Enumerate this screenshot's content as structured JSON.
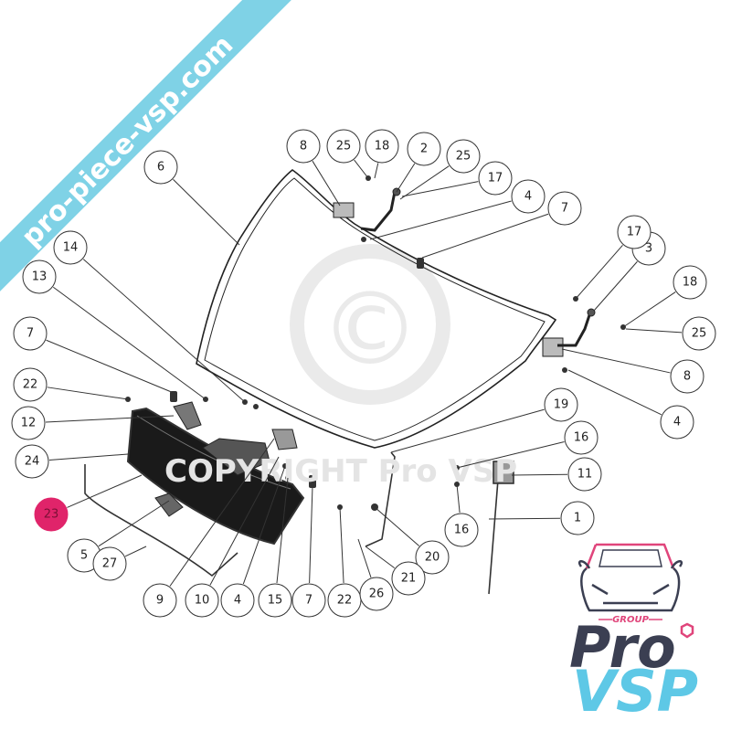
{
  "banner": {
    "text": "pro-piece-vsp.com",
    "color": "#7fd2e6"
  },
  "watermark": {
    "text": "COPYRIGHT Pro VSP",
    "symbol": "©"
  },
  "callouts": [
    {
      "label": "1"
    },
    {
      "label": "2"
    },
    {
      "label": "3"
    },
    {
      "label": "4"
    },
    {
      "label": "4"
    },
    {
      "label": "4"
    },
    {
      "label": "5"
    },
    {
      "label": "6"
    },
    {
      "label": "7"
    },
    {
      "label": "7"
    },
    {
      "label": "7"
    },
    {
      "label": "8"
    },
    {
      "label": "8"
    },
    {
      "label": "9"
    },
    {
      "label": "10"
    },
    {
      "label": "11"
    },
    {
      "label": "12"
    },
    {
      "label": "13"
    },
    {
      "label": "14"
    },
    {
      "label": "15"
    },
    {
      "label": "16"
    },
    {
      "label": "16"
    },
    {
      "label": "17"
    },
    {
      "label": "17"
    },
    {
      "label": "18"
    },
    {
      "label": "18"
    },
    {
      "label": "19"
    },
    {
      "label": "20"
    },
    {
      "label": "21"
    },
    {
      "label": "22"
    },
    {
      "label": "22"
    },
    {
      "label": "23",
      "highlighted": true
    },
    {
      "label": "24"
    },
    {
      "label": "25"
    },
    {
      "label": "25"
    },
    {
      "label": "25"
    },
    {
      "label": "26"
    },
    {
      "label": "27"
    }
  ],
  "highlight_color": "#e0246a",
  "logo": {
    "group": "GROUP",
    "pro": "Pro",
    "vsp": "VSP",
    "pink": "#e0457b",
    "dark": "#3b3f52",
    "blue": "#5ec8e6"
  }
}
